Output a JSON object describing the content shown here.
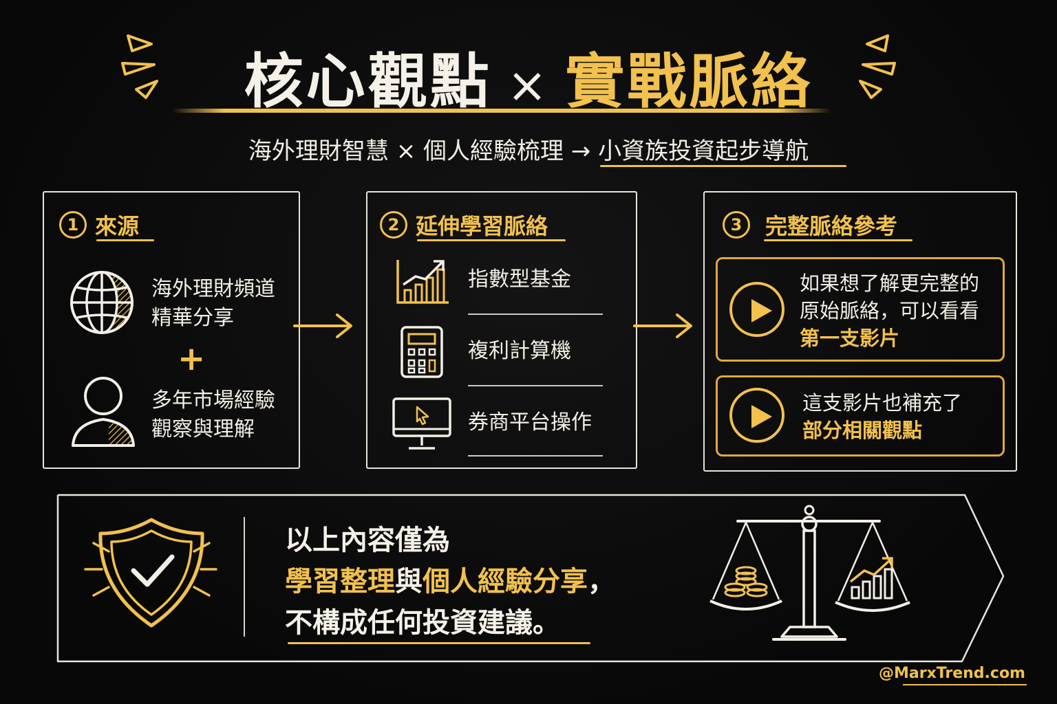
{
  "header": {
    "title_part1": "核心觀點",
    "title_separator": "×",
    "title_part2": "實戰脈絡",
    "subtitle_main": "海外理財智慧 × 個人經驗梳理 → ",
    "subtitle_highlight": "小資族投資起步導航"
  },
  "panels": [
    {
      "number": "1",
      "heading": "來源",
      "items": [
        {
          "icon": "globe-icon",
          "line1": "海外理財頻道",
          "line2": "精華分享"
        },
        {
          "icon": "person-icon",
          "line1": "多年市場經驗",
          "line2": "觀察與理解"
        }
      ],
      "connector": "+"
    },
    {
      "number": "2",
      "heading": "延伸學習脈絡",
      "items": [
        {
          "icon": "bar-chart-trend-icon",
          "label": "指數型基金"
        },
        {
          "icon": "calculator-icon",
          "label": "複利計算機"
        },
        {
          "icon": "monitor-cursor-icon",
          "label": "券商平台操作"
        }
      ]
    },
    {
      "number": "3",
      "heading": "完整脈絡參考",
      "videos": [
        {
          "icon": "play-icon",
          "line1": "如果想了解更完整的",
          "line2": "原始脈絡，可以看看",
          "highlight": "第一支影片"
        },
        {
          "icon": "play-icon",
          "line1": "這支影片也補充了",
          "highlight": "部分相關觀點"
        }
      ]
    }
  ],
  "disclaimer": {
    "line1": "以上內容僅為",
    "line2_a": "學習整理",
    "line2_b": "與",
    "line2_c": "個人經驗分享",
    "line2_d": "，",
    "line3": "不構成任何投資建議。"
  },
  "footer": {
    "handle": "@MarxTrend.com"
  },
  "colors": {
    "accent": "#f2c14e",
    "background": "#0a0a0a",
    "text": "#f3efe6",
    "border": "#e9e5dc"
  }
}
